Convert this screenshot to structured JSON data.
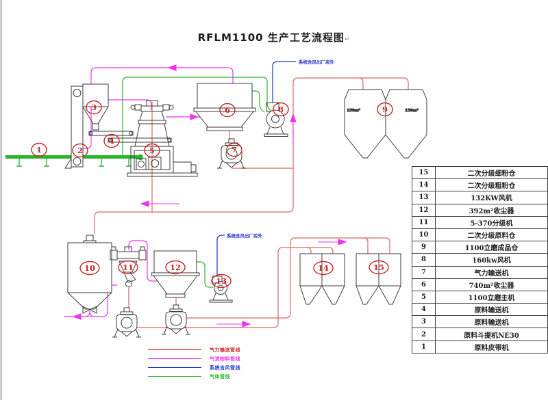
{
  "title": {
    "text": "RFLM1100 生产工艺流程图",
    "mark": "↵"
  },
  "annotations": {
    "exhaust_top": "系统含风出厂房外",
    "exhaust_bottom": "系统含风出厂房外"
  },
  "silo_labels": {
    "left": "150m³",
    "right": "150m³"
  },
  "equipment_markers": [
    "1",
    "2",
    "3",
    "4",
    "5",
    "6",
    "7",
    "8",
    "9",
    "10",
    "11",
    "12",
    "13",
    "14",
    "15"
  ],
  "equipment_table": {
    "rows": [
      {
        "no": "15",
        "name": "二次分级细粉仓"
      },
      {
        "no": "14",
        "name": "二次分级粗粉仓"
      },
      {
        "no": "13",
        "name": "132KW风机"
      },
      {
        "no": "12",
        "name": "392m²收尘器"
      },
      {
        "no": "11",
        "name": "5-370分级机"
      },
      {
        "no": "10",
        "name": "二次分级原料仓"
      },
      {
        "no": "9",
        "name": "1100立磨成品仓"
      },
      {
        "no": "8",
        "name": "160kw风机"
      },
      {
        "no": "7",
        "name": "气力输送机"
      },
      {
        "no": "6",
        "name": "740m²收尘器"
      },
      {
        "no": "5",
        "name": "1100立磨主机"
      },
      {
        "no": "4",
        "name": "原料输送机"
      },
      {
        "no": "3",
        "name": "原料输送机"
      },
      {
        "no": "2",
        "name": "原料斗提机NE30"
      },
      {
        "no": "1",
        "name": "原料皮带机"
      }
    ]
  },
  "line_legend": {
    "items": [
      {
        "label": "气力输送管线",
        "color": "#cc2222"
      },
      {
        "label": "气流物料管线",
        "color": "#ee33ee"
      },
      {
        "label": "系统含风管线",
        "color": "#2233cc"
      },
      {
        "label": "气体管线",
        "color": "#22bb22"
      }
    ]
  },
  "palette": {
    "pneumatic_red": "#dd6666",
    "material_magenta": "#ee33ee",
    "system_air_blue": "#2233cc",
    "gas_green": "#2bb52b",
    "marker_red": "#cc2222",
    "equipment_black": "#3a3a3a"
  }
}
